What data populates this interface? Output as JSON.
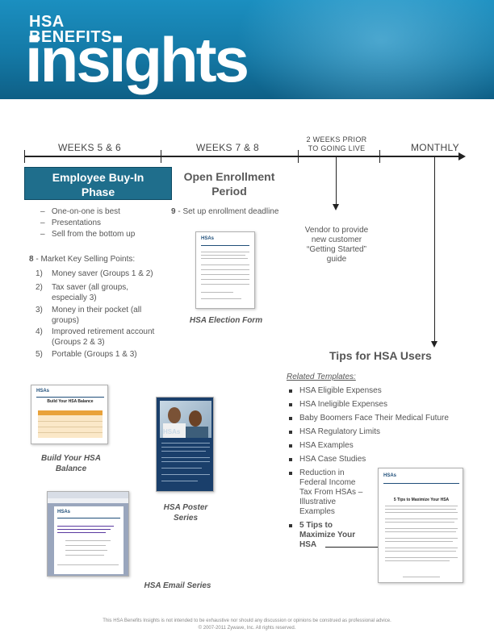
{
  "header": {
    "line1": "HSA",
    "line2": "BENEFITS",
    "line3": "insights"
  },
  "timeline": {
    "labels": [
      "WEEKS 5 & 6",
      "WEEKS 7 & 8",
      "2 WEEKS PRIOR",
      "TO GOING LIVE",
      "MONTHLY"
    ]
  },
  "phase1": {
    "title_line1": "Employee Buy-In",
    "title_line2": "Phase",
    "bullets": [
      "One-on-one is best",
      "Presentations",
      "Sell from the bottom up"
    ],
    "key_points_num": "8",
    "key_points_label": " - Market Key Selling Points:",
    "points": [
      {
        "num": "1)",
        "text": "Money saver (Groups 1 & 2)"
      },
      {
        "num": "2)",
        "text": "Tax saver (all groups,",
        "text2": "especially 3)"
      },
      {
        "num": "3)",
        "text": "Money in their pocket (all",
        "text2": "groups)"
      },
      {
        "num": "4)",
        "text": "Improved retirement account",
        "text2": "(Groups 2 & 3)"
      },
      {
        "num": "5)",
        "text": "Portable (Groups 1 & 3)"
      }
    ]
  },
  "phase2": {
    "title_line1": "Open Enrollment",
    "title_line2": "Period",
    "step_num": "9",
    "step_text": " - Set up enrollment deadline"
  },
  "vendor": {
    "line1": "Vendor to provide",
    "line2": "new customer",
    "line3": "“Getting Started”",
    "line4": "guide"
  },
  "thumbs": {
    "election_hsas": "HSAs",
    "balance_hsas": "HSAs",
    "balance_title": "Build Your HSA Balance",
    "poster_hsas": "HSAs",
    "tips_hsas": "HSAs",
    "tips_title": "5 Tips to Maximize Your HSA",
    "email_hsas": "HSAs"
  },
  "captions": {
    "election": "HSA Election Form",
    "balance_line1": "Build Your HSA",
    "balance_line2": "Balance",
    "poster_line1": "HSA Poster",
    "poster_line2": "Series",
    "email": "HSA Email Series"
  },
  "tips": {
    "title": "Tips for HSA Users",
    "related": "Related Templates:",
    "items": [
      "HSA Eligible Expenses",
      "HSA Ineligible Expenses",
      "Baby Boomers Face Their Medical Future",
      "HSA Regulatory Limits",
      "HSA Examples",
      "HSA Case Studies"
    ],
    "reduction": [
      "Reduction in",
      "Federal Income",
      "Tax From HSAs –",
      "Illustrative",
      "Examples"
    ],
    "five_tips": [
      "5 Tips to",
      "Maximize Your",
      "HSA"
    ]
  },
  "footer": {
    "line1": "This HSA Benefits Insights is not intended to be exhaustive nor should any discussion or opinions be construed as professional advice.",
    "line2": "© 2007-2011 Zywave, Inc. All rights reserved."
  }
}
